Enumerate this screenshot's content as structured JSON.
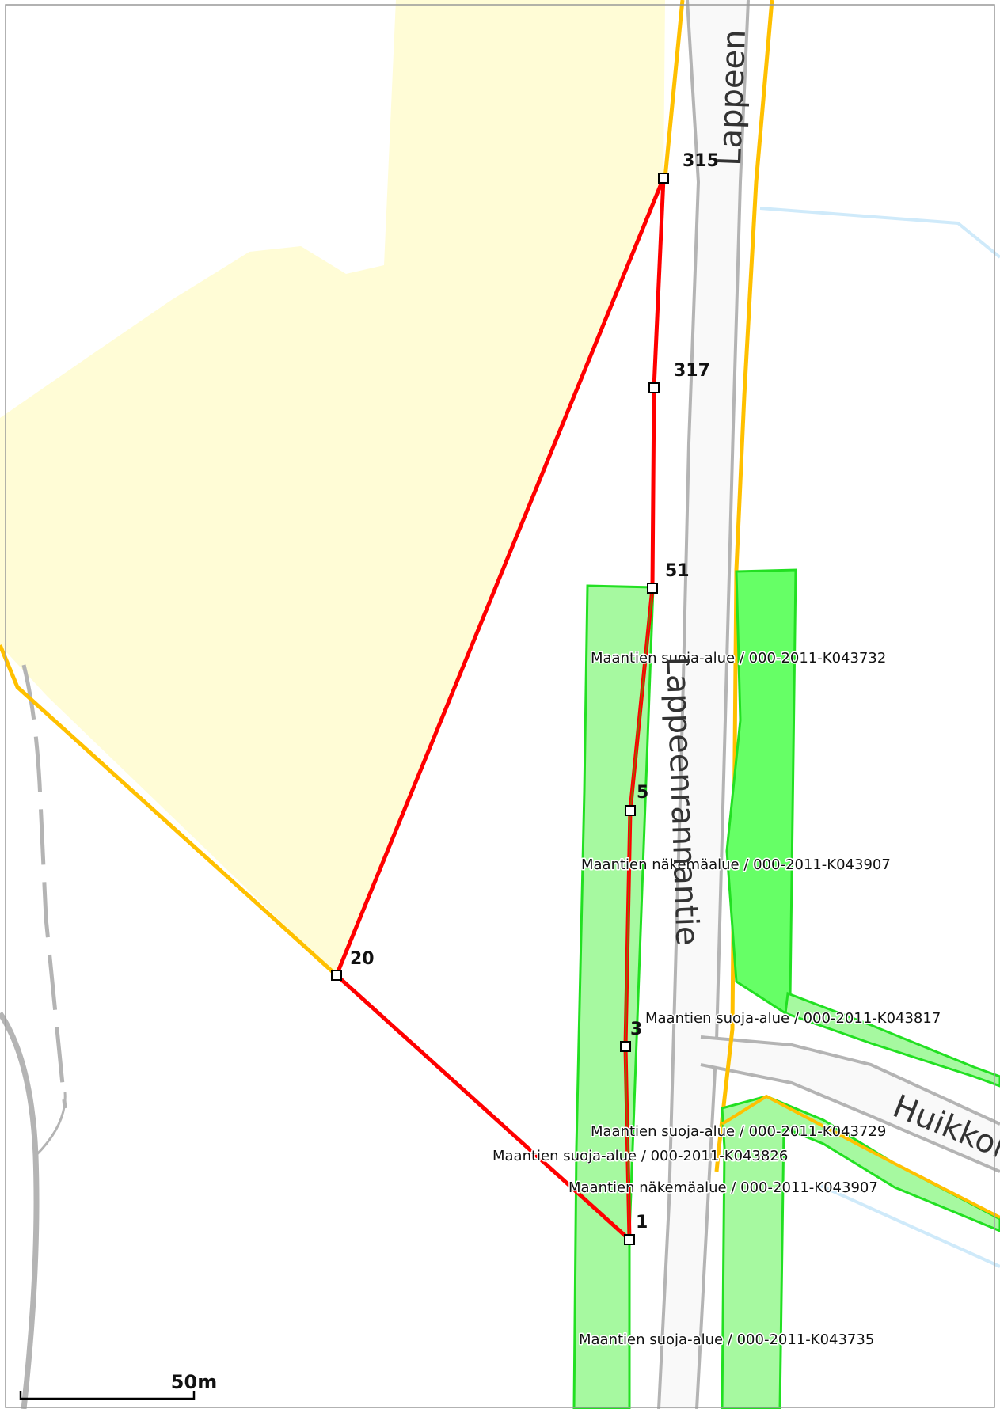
{
  "map": {
    "colors": {
      "background": "#ffffff",
      "land_area": "#fffcd6",
      "road_fill": "#f9f9f9",
      "road_casing": "#b4b4b4",
      "road_border": "#ffc000",
      "area_light": "#a6f9a0",
      "area_dark": "#66ff66",
      "area_stroke": "#22e022",
      "boundary": "#ff0000",
      "water": "#cfeafa"
    },
    "road_names": {
      "top": "Lappeen",
      "main": "Lappeenrannantie",
      "side": "Huikkola"
    },
    "boundary_points": [
      {
        "id": "315",
        "label": "315"
      },
      {
        "id": "317",
        "label": "317"
      },
      {
        "id": "51",
        "label": "51"
      },
      {
        "id": "5",
        "label": "5"
      },
      {
        "id": "20",
        "label": "20"
      },
      {
        "id": "3",
        "label": "3"
      },
      {
        "id": "1",
        "label": "1"
      }
    ],
    "area_labels": [
      {
        "text": "Maantien suoja-alue / 000-2011-K043732"
      },
      {
        "text": "Maantien näkemäalue / 000-2011-K043907"
      },
      {
        "text": "Maantien suoja-alue / 000-2011-K043817"
      },
      {
        "text": "Maantien suoja-alue / 000-2011-K043729"
      },
      {
        "text": "Maantien suoja-alue / 000-2011-K043826"
      },
      {
        "text": "Maantien näkemäalue / 000-2011-K043907"
      },
      {
        "text": "Maantien suoja-alue / 000-2011-K043735"
      }
    ],
    "scale_bar": {
      "label": "50m"
    }
  }
}
